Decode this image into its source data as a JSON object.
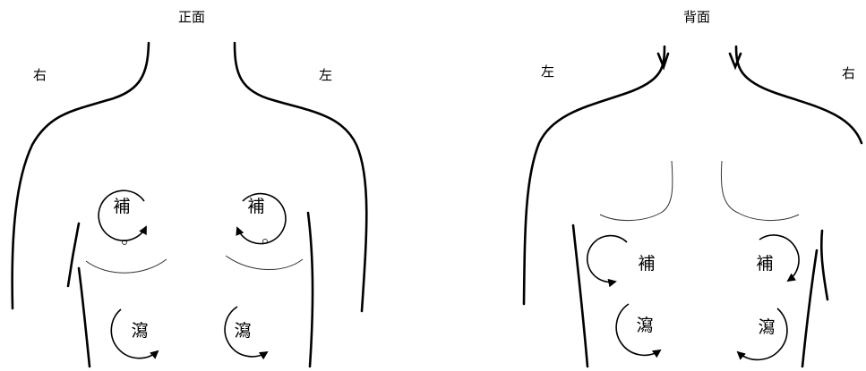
{
  "front": {
    "title": "正面",
    "side_right": "右",
    "side_left": "左",
    "upper_right": "補",
    "upper_left": "補",
    "lower_right": "瀉",
    "lower_left": "瀉"
  },
  "back": {
    "title": "背面",
    "side_left": "左",
    "side_right": "右",
    "upper_left": "補",
    "upper_right": "補",
    "lower_left": "瀉",
    "lower_right": "瀉"
  },
  "colors": {
    "line": "#000000",
    "thin_line": "#333333",
    "background": "#ffffff"
  }
}
